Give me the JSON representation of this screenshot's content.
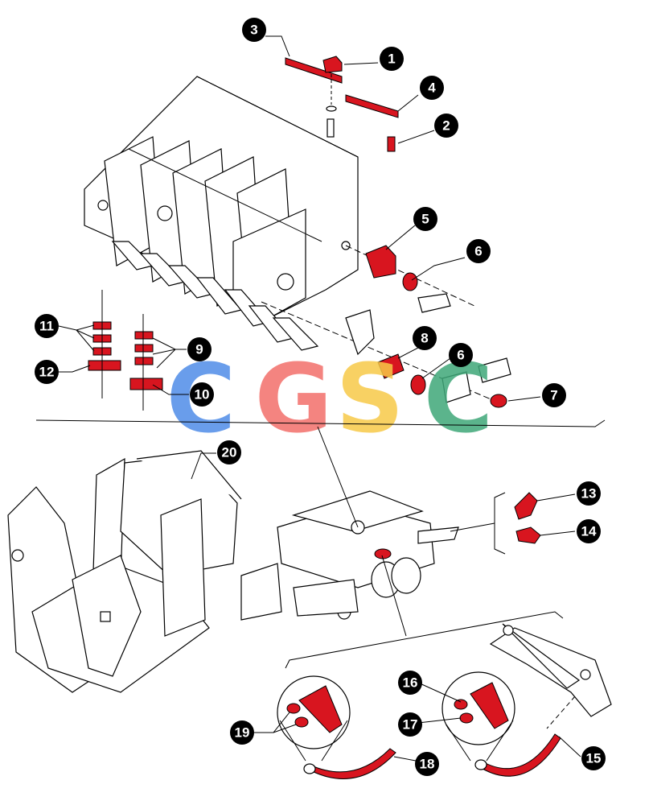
{
  "watermark": {
    "letters": [
      {
        "char": "C",
        "color": "#4f8de8"
      },
      {
        "char": "G",
        "color": "#f36f6a"
      },
      {
        "char": "S",
        "color": "#f7c948"
      },
      {
        "char": "C",
        "color": "#3fa879"
      }
    ]
  },
  "callouts": [
    {
      "id": "c1",
      "label": "1"
    },
    {
      "id": "c2",
      "label": "2"
    },
    {
      "id": "c3",
      "label": "3"
    },
    {
      "id": "c4",
      "label": "4"
    },
    {
      "id": "c5",
      "label": "5"
    },
    {
      "id": "c6a",
      "label": "6"
    },
    {
      "id": "c6b",
      "label": "6"
    },
    {
      "id": "c7",
      "label": "7"
    },
    {
      "id": "c8",
      "label": "8"
    },
    {
      "id": "c9",
      "label": "9"
    },
    {
      "id": "c10",
      "label": "10"
    },
    {
      "id": "c11",
      "label": "11"
    },
    {
      "id": "c12",
      "label": "12"
    },
    {
      "id": "c13",
      "label": "13"
    },
    {
      "id": "c14",
      "label": "14"
    },
    {
      "id": "c15",
      "label": "15"
    },
    {
      "id": "c16",
      "label": "16"
    },
    {
      "id": "c17",
      "label": "17"
    },
    {
      "id": "c18",
      "label": "18"
    },
    {
      "id": "c19",
      "label": "19"
    },
    {
      "id": "c20",
      "label": "20"
    }
  ],
  "colors": {
    "part_highlight": "#d8151f",
    "callout_fill": "#000000",
    "line": "#000000"
  }
}
